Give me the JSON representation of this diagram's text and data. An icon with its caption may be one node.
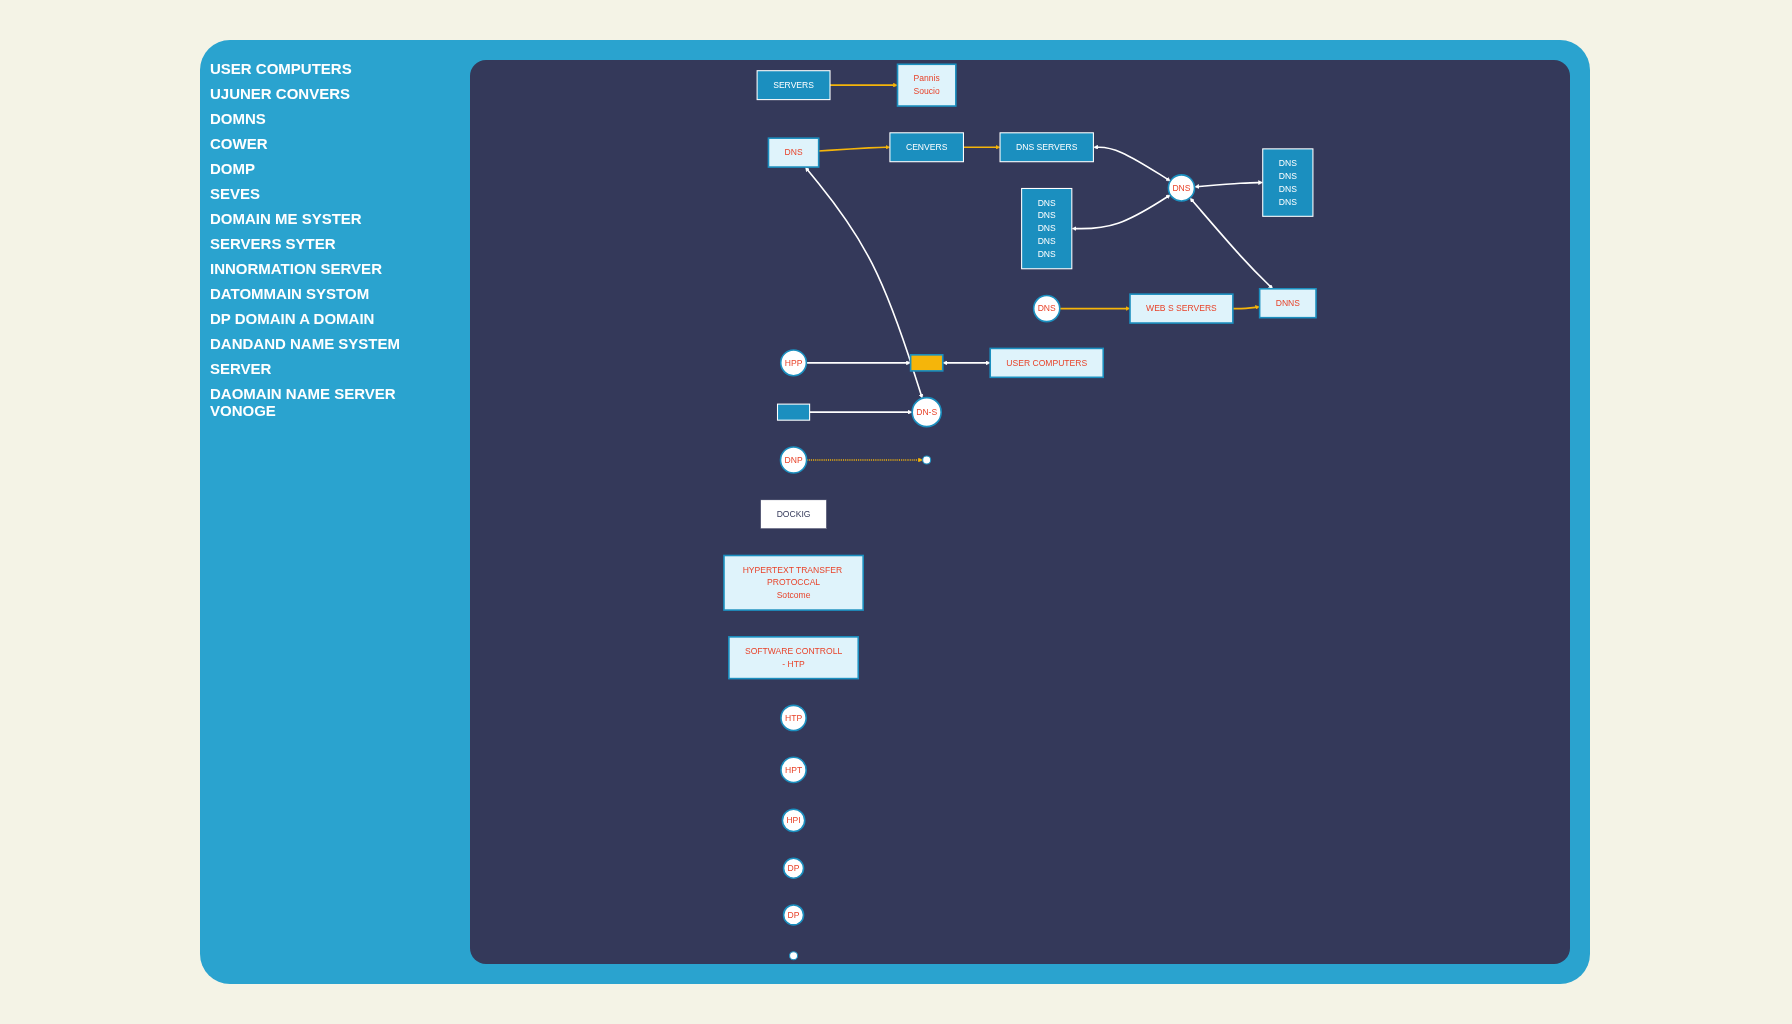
{
  "diagram": {
    "nodes": [
      {
        "text": [
          "DNS"
        ]
      },
      {
        "text": [
          "CENVERS"
        ]
      },
      {
        "text": [
          "DOCKIG"
        ]
      },
      {
        "text": [
          "DNS SERVERS"
        ]
      },
      {
        "text": [
          "SERVERS"
        ]
      },
      {
        "text": [
          "Pannis",
          "Soucio"
        ]
      },
      {
        "text": [
          "DNS",
          "DNS",
          "DNS",
          "DNS",
          "DNS"
        ]
      },
      {
        "text": [
          "DNS"
        ]
      },
      {
        "text": [
          "DNS",
          "DNS",
          "DNS",
          "DNS"
        ]
      },
      {
        "text": [
          "DNS"
        ]
      },
      {
        "text": [],
        "shape": "box"
      },
      {
        "text": [
          "USER COMPUTERS"
        ]
      },
      {
        "text": [
          "WEB S SERVERS"
        ]
      },
      {
        "text": [
          "DNNS"
        ]
      },
      {
        "text": [
          "HYPERTEXT TRANSFER PROTOCCAL",
          "Sotcome"
        ]
      },
      {
        "text": [
          "SOFTWARE CONTROLL",
          "- HTP"
        ]
      },
      {
        "text": [
          "HTP"
        ]
      },
      {
        "text": [
          "DN-S"
        ]
      },
      {
        "text": [
          "HPT"
        ]
      },
      {
        "text": [
          "HPP"
        ]
      },
      {
        "text": [
          "HPI"
        ]
      },
      {
        "text": [
          "DNP"
        ]
      },
      {
        "text": [],
        "shape": "person"
      },
      {
        "text": [
          "DP"
        ]
      },
      {
        "text": [
          "DP"
        ]
      },
      {
        "text": [],
        "shape": "person"
      },
      {
        "text": [],
        "shape": "box"
      }
    ],
    "edges": [
      {
        "from": 0,
        "to": 1,
        "arrow": "to",
        "color": "#f5b50a"
      },
      {
        "from": 1,
        "to": 3,
        "arrow": "to",
        "color": "#f5b50a"
      },
      {
        "from": 4,
        "to": 5,
        "arrow": "to",
        "color": "#f5b50a"
      },
      {
        "from": 0,
        "to": 17,
        "arrow": "both"
      },
      {
        "from": 26,
        "to": 17,
        "arrow": "to"
      },
      {
        "from": 6,
        "to": 7,
        "arrow": "both"
      },
      {
        "from": 7,
        "to": 8,
        "arrow": "both"
      },
      {
        "from": 3,
        "to": 7,
        "arrow": "both"
      },
      {
        "from": 7,
        "to": 13,
        "arrow": "both"
      },
      {
        "from": 10,
        "to": 11,
        "arrow": "both"
      },
      {
        "from": 9,
        "to": 12,
        "arrow": "to",
        "color": "#f5b50a"
      },
      {
        "from": 12,
        "to": 13,
        "arrow": "to",
        "color": "#f5b50a"
      },
      {
        "from": 21,
        "to": 22,
        "arrow": "to",
        "style": "dashed",
        "color": "#f5b50a"
      },
      {
        "from": 19,
        "to": 10,
        "arrow": "to"
      }
    ],
    "labels": [
      "USER COMPUTERS",
      "UJUNER CONVERS",
      "DOMNS",
      "COWER",
      "DOMP",
      "SEVES",
      "DOMAIN ME SYSTER",
      "SERVERS SYTER",
      "INNORMATION SERVER",
      "DATOMMAIN SYSTOM",
      "DP DOMAIN A DOMAIN",
      "DANDAND NAME SYSTEM",
      "SERVER",
      "DAOMAIN NAME SERVER VONOGE"
    ]
  }
}
